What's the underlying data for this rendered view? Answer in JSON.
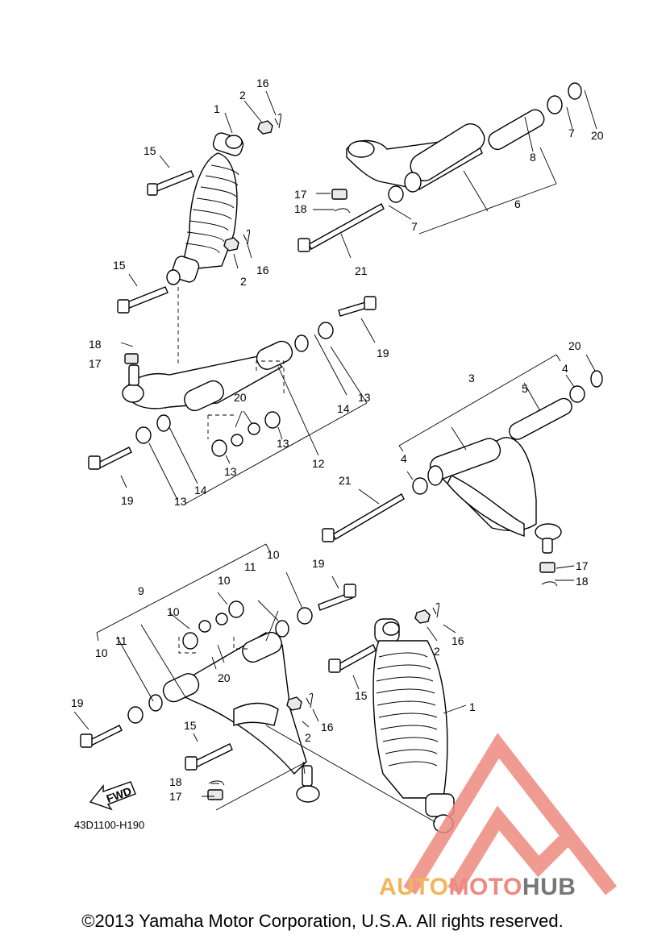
{
  "diagram": {
    "code": "43D1100-H190",
    "fwd_label": "FWD",
    "copyright": "©2013 Yamaha Motor Corporation, U.S.A. All rights reserved."
  },
  "watermark": {
    "part1": "AUTO",
    "part2": "MOTO",
    "part3": "HUB",
    "colors": {
      "auto": "#f2b65a",
      "moto": "#ee8a80",
      "hub": "#777777",
      "triangle": "#ee8a80"
    }
  },
  "callouts": {
    "c1": "1",
    "c2": "2",
    "c3": "3",
    "c4": "4",
    "c5": "5",
    "c6": "6",
    "c7": "7",
    "c8": "8",
    "c9": "9",
    "c10": "10",
    "c11": "11",
    "c12": "12",
    "c13": "13",
    "c14": "14",
    "c15": "15",
    "c16": "16",
    "c17": "17",
    "c18": "18",
    "c19": "19",
    "c20": "20",
    "c21": "21"
  }
}
